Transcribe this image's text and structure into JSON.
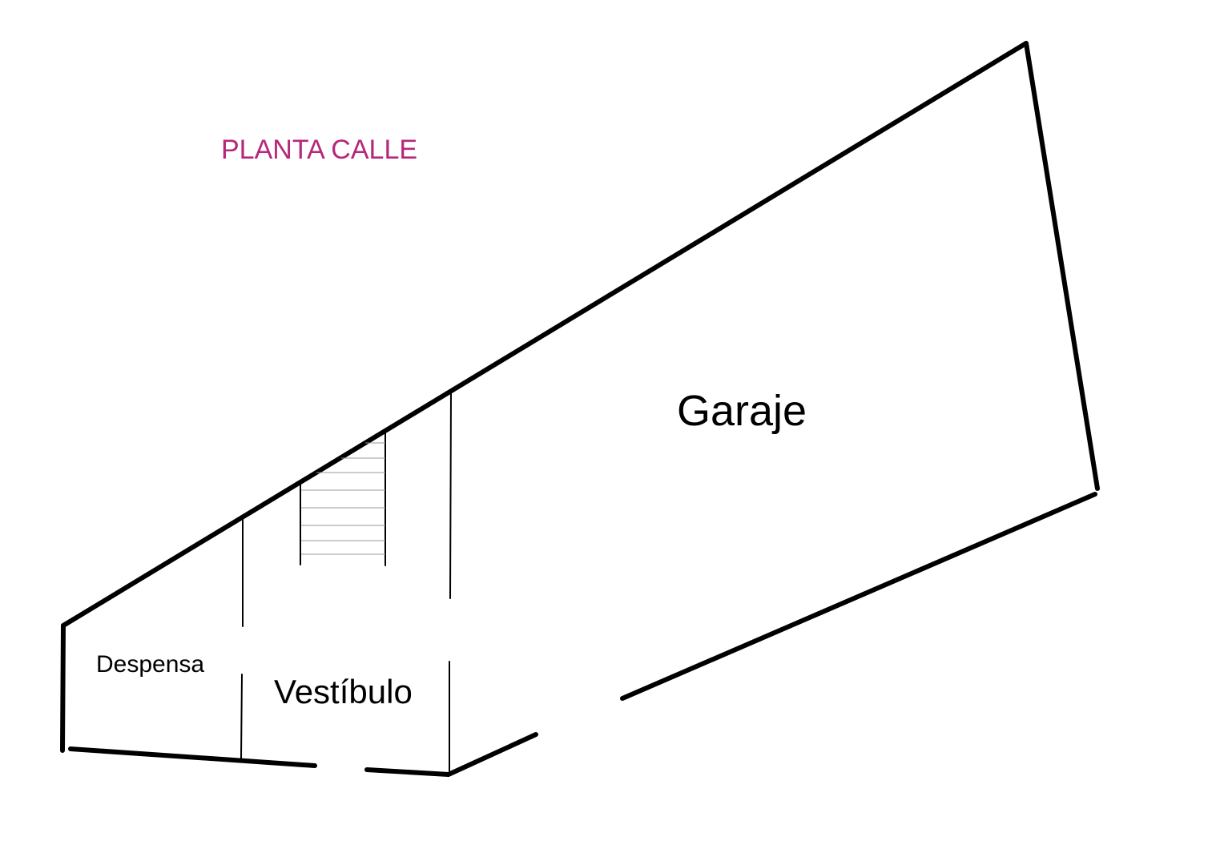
{
  "title": {
    "text": "PLANTA CALLE",
    "color": "#b5287a"
  },
  "rooms": {
    "garage": "Garaje",
    "pantry": "Despensa",
    "vestibule": "Vestíbulo"
  },
  "colors": {
    "wall": "#000000",
    "stair_tread": "#9a9a9a",
    "background": "#ffffff"
  }
}
